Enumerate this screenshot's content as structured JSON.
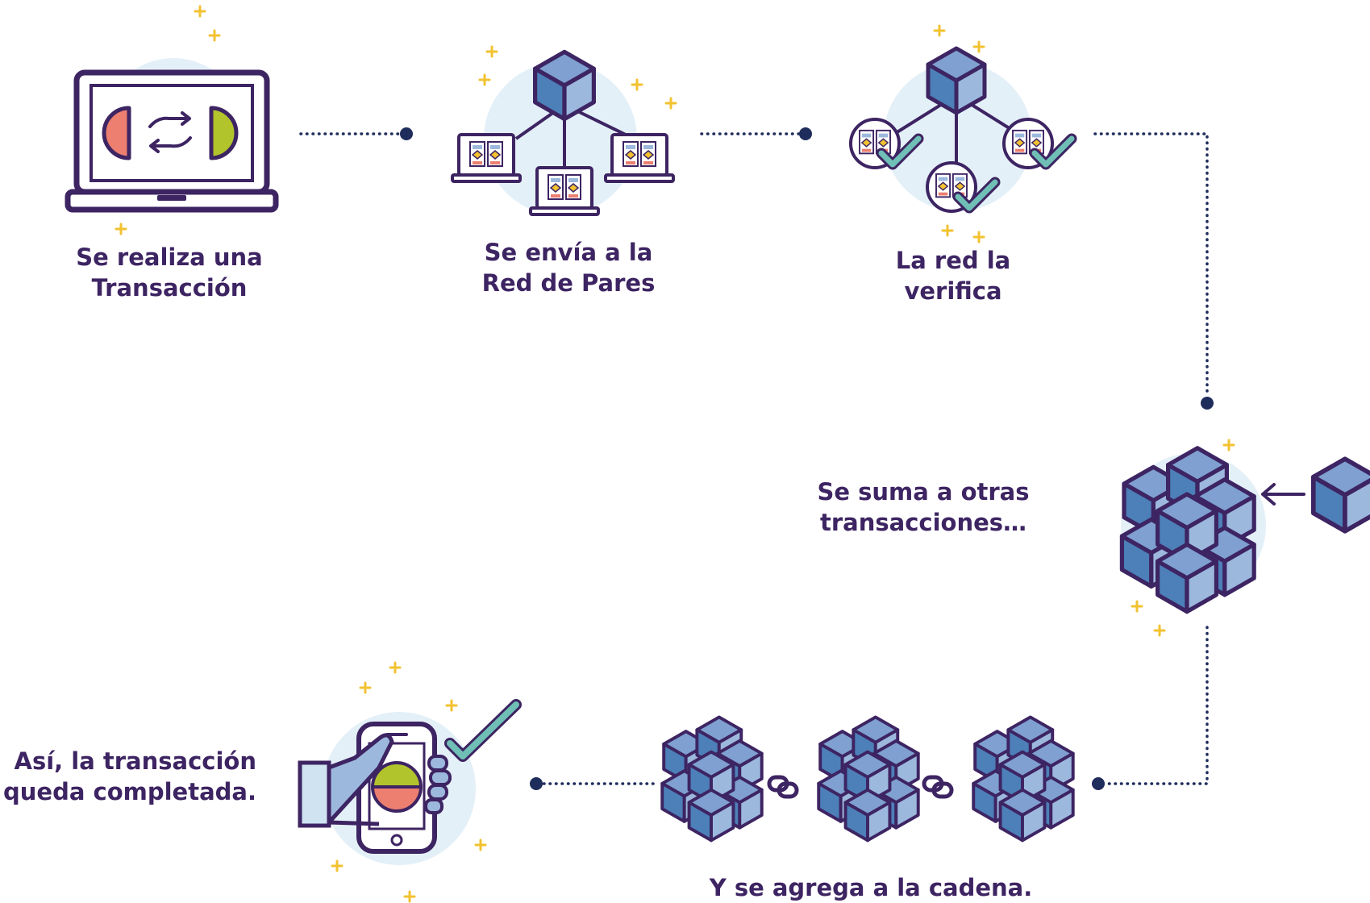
{
  "steps": [
    {
      "id": "transaction",
      "label_line1": "Se realiza una",
      "label_line2": "Transacción"
    },
    {
      "id": "peer-network",
      "label_line1": "Se envía a la",
      "label_line2": "Red de Pares"
    },
    {
      "id": "verify",
      "label_line1": "La red la",
      "label_line2": "verifica"
    },
    {
      "id": "block",
      "label_line1": "Se suma a otras",
      "label_line2": "transacciones…"
    },
    {
      "id": "chain",
      "label_line1": "Y se agrega a la cadena."
    },
    {
      "id": "complete",
      "label_line1": "Así, la transacción",
      "label_line2": "queda completada."
    }
  ],
  "colors": {
    "text": "#3d2462",
    "outline": "#3d2462",
    "cube_top": "#7fa0d0",
    "cube_left": "#4d7fb8",
    "cube_right": "#9db8dd",
    "bubble": "#e4f0f8",
    "sparkle": "#f2c230",
    "salmon": "#ec7f70",
    "lime": "#b2c42c",
    "check": "#6fbfb6",
    "connector": "#1f2d5c"
  }
}
